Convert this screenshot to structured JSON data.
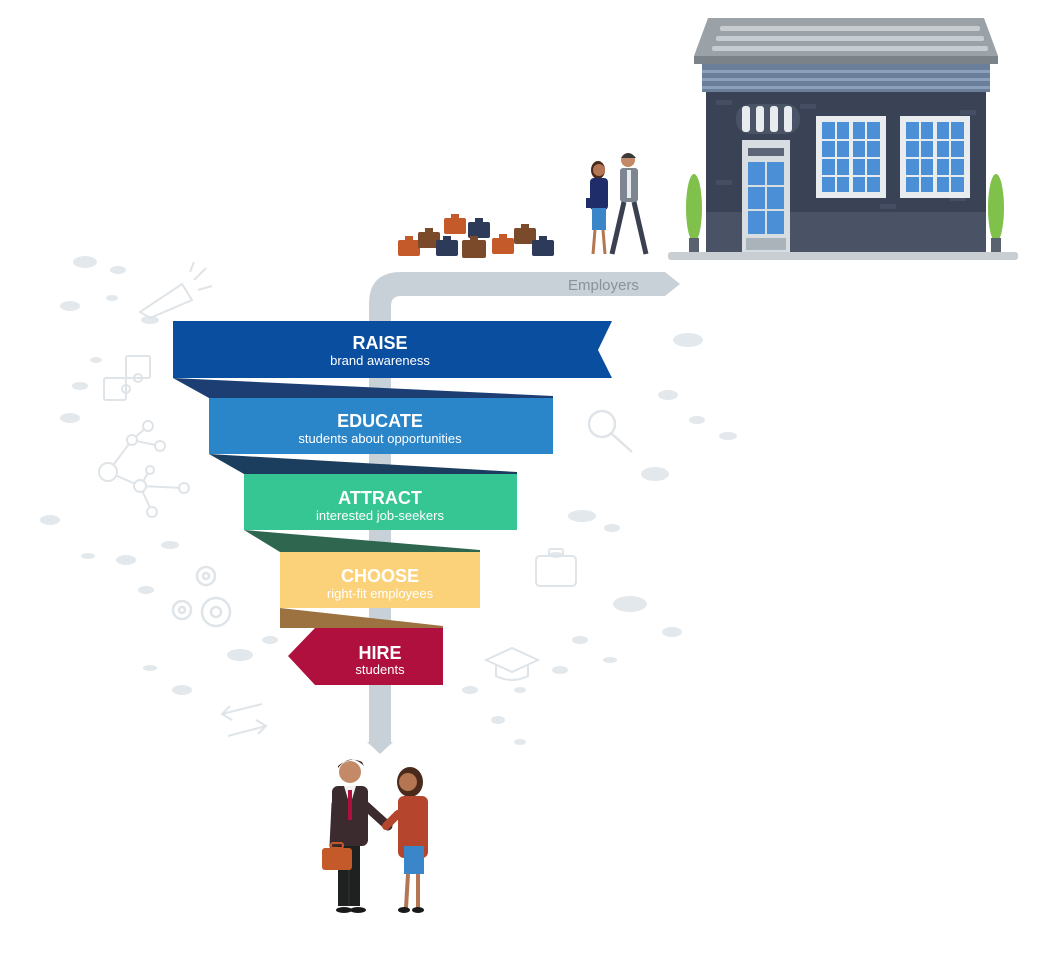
{
  "pipe": {
    "label": "Employers"
  },
  "stages": [
    {
      "title": "RAISE",
      "subtitle": "brand awareness",
      "color": "#0a4ea0"
    },
    {
      "title": "EDUCATE",
      "subtitle": "students about opportunities",
      "color": "#2a86c9"
    },
    {
      "title": "ATTRACT",
      "subtitle": "interested job-seekers",
      "color": "#36c694"
    },
    {
      "title": "CHOOSE",
      "subtitle": "right-fit employees",
      "color": "#fbd27a"
    },
    {
      "title": "HIRE",
      "subtitle": "students",
      "color": "#b0103e"
    }
  ],
  "colors": {
    "pipe": "#c9d1d8",
    "doodle": "#dfe4e8",
    "building": "#3a4256",
    "roof": "#8b9299",
    "window_glass": "#4b8fd6",
    "plant": "#7fc14a"
  },
  "icons": {
    "megaphone": "megaphone-icon",
    "puzzle": "puzzle-icon",
    "network": "network-icon",
    "gears": "gears-icon",
    "arrows": "swap-arrows-icon",
    "magnifier": "magnifier-icon",
    "briefcase": "briefcase-icon",
    "grad_cap": "graduation-cap-icon",
    "cloud": "cloud-icon"
  }
}
